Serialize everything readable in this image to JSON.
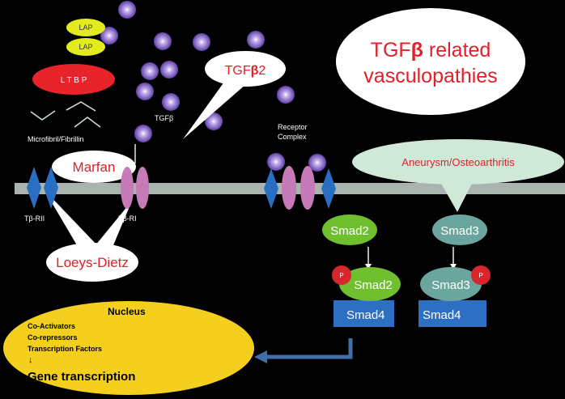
{
  "title": {
    "line1_prefix": "TGF",
    "line1_beta": "β",
    "line1_suffix": " related",
    "line2": "vasculopathies"
  },
  "callouts": {
    "tgfb2_prefix": "TGF",
    "tgfb2_beta": "β",
    "tgfb2_suffix": "2",
    "marfan": "Marfan",
    "loeys_dietz": "Loeys-Dietz",
    "aneurysm": "Aneurysm/Osteoarthritis"
  },
  "labels": {
    "lap1": "LAP",
    "lap2": "LAP",
    "ltbp": "L T B P",
    "microfibril": "Microfibril/Fibrillin",
    "tgfb": "TGFβ",
    "receptor_line1": "Receptor",
    "receptor_line2": "Complex",
    "tbrii": "Tβ-RII",
    "tbri": "Tβ-RI",
    "smad2": "Smad2",
    "smad3": "Smad3",
    "p_smad2": "Smad2",
    "p_smad3": "Smad3",
    "p1": "P",
    "p2": "P",
    "smad4_a": "Smad4",
    "smad4_b": "Smad4"
  },
  "nucleus": {
    "title": "Nucleus",
    "items": [
      "Co-Activators",
      "Co-repressors",
      "Transcription Factors"
    ],
    "arrow": "↓",
    "gene": "Gene transcription"
  },
  "colors": {
    "red_text": "#e0202a",
    "membrane": "#a8b4ad",
    "diamond": "#2a6ec4",
    "receptor_pink": "#c77ab8",
    "smad_green": "#6fbf2f",
    "smad_teal": "#6aa59e",
    "phospho_red": "#d8262c",
    "smad4_blue": "#2d6fc2",
    "nucleus_yellow": "#f5cf1e",
    "callout_green": "#cfe8d8",
    "ltbp_red": "#e8232a",
    "lap_yellow": "#e3ea1d"
  }
}
